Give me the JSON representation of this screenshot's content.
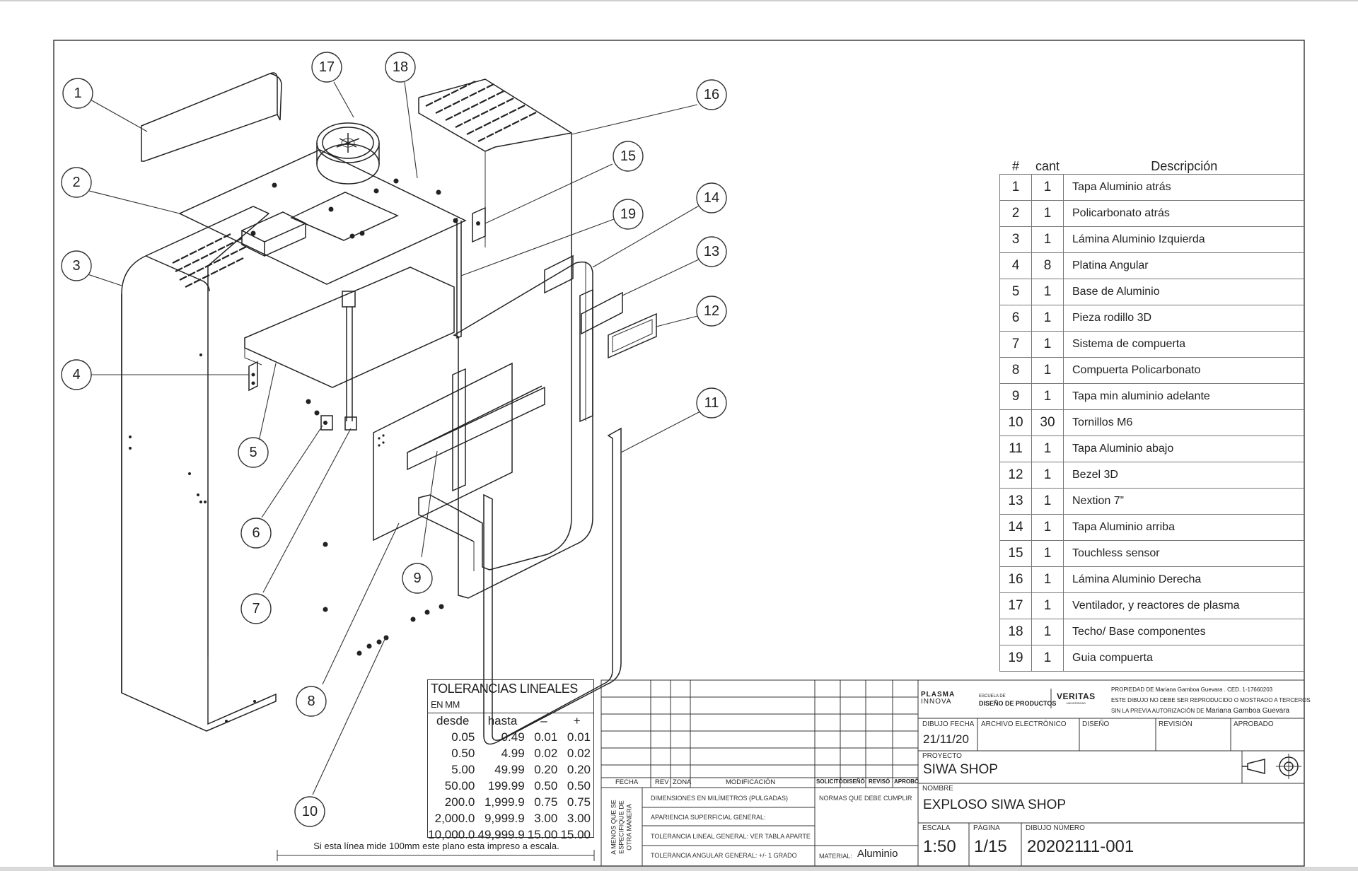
{
  "balloons": [
    "1",
    "2",
    "3",
    "4",
    "5",
    "6",
    "7",
    "8",
    "9",
    "10",
    "11",
    "12",
    "13",
    "14",
    "15",
    "16",
    "17",
    "18",
    "19"
  ],
  "bom": {
    "headers": {
      "num": "#",
      "qty": "cant",
      "desc": "Descripción"
    },
    "rows": [
      {
        "num": "1",
        "qty": "1",
        "desc": "Tapa Aluminio atrás"
      },
      {
        "num": "2",
        "qty": "1",
        "desc": "Policarbonato atrás"
      },
      {
        "num": "3",
        "qty": "1",
        "desc": "Lámina Aluminio Izquierda"
      },
      {
        "num": "4",
        "qty": "8",
        "desc": "Platina Angular"
      },
      {
        "num": "5",
        "qty": "1",
        "desc": "Base de Aluminio"
      },
      {
        "num": "6",
        "qty": "1",
        "desc": "Pieza rodillo 3D"
      },
      {
        "num": "7",
        "qty": "1",
        "desc": "Sistema de compuerta"
      },
      {
        "num": "8",
        "qty": "1",
        "desc": "Compuerta Policarbonato"
      },
      {
        "num": "9",
        "qty": "1",
        "desc": "Tapa min aluminio adelante"
      },
      {
        "num": "10",
        "qty": "30",
        "desc": "Tornillos M6"
      },
      {
        "num": "11",
        "qty": "1",
        "desc": "Tapa Aluminio abajo"
      },
      {
        "num": "12",
        "qty": "1",
        "desc": "Bezel 3D"
      },
      {
        "num": "13",
        "qty": "1",
        "desc": "Nextion 7”"
      },
      {
        "num": "14",
        "qty": "1",
        "desc": "Tapa Aluminio arriba"
      },
      {
        "num": "15",
        "qty": "1",
        "desc": "Touchless sensor"
      },
      {
        "num": "16",
        "qty": "1",
        "desc": "Lámina Aluminio Derecha"
      },
      {
        "num": "17",
        "qty": "1",
        "desc": "Ventilador, y reactores de plasma"
      },
      {
        "num": "18",
        "qty": "1",
        "desc": "Techo/ Base componentes"
      },
      {
        "num": "19",
        "qty": "1",
        "desc": "Guia compuerta"
      }
    ]
  },
  "tolerances": {
    "title": "TOLERANCIAS LINEALES",
    "unit": "EN MM",
    "headers": [
      "desde",
      "hasta",
      "–",
      "+"
    ],
    "rows": [
      [
        "0.05",
        "0.49",
        "0.01",
        "0.01"
      ],
      [
        "0.50",
        "4.99",
        "0.02",
        "0.02"
      ],
      [
        "5.00",
        "49.99",
        "0.20",
        "0.20"
      ],
      [
        "50.00",
        "199.99",
        "0.50",
        "0.50"
      ],
      [
        "200.0",
        "1,999.9",
        "0.75",
        "0.75"
      ],
      [
        "2,000.0",
        "9,999.9",
        "3.00",
        "3.00"
      ],
      [
        "10,000.0",
        "49,999.9",
        "15.00",
        "15.00"
      ]
    ]
  },
  "scale_note": "Si esta línea mide 100mm este plano esta impreso a escala.",
  "revision_block": {
    "headers": [
      "FECHA",
      "REV",
      "ZONA",
      "MODIFICACIÓN",
      "SOLICITÓ",
      "DISEÑÓ",
      "REVISÓ",
      "APROBÓ"
    ]
  },
  "notes_block": {
    "side_label_1": "A MENOS QUE SE",
    "side_label_2": "ESPECIFIQUE DE",
    "side_label_3": "OTRA MANERA",
    "lines": [
      "DIMENSIONES EN MILÍMETROS (PULGADAS)",
      "APARIENCIA SUPERFICIAL GENERAL:",
      "TOLERANCIA LINEAL GENERAL: VER TABLA APARTE",
      "TOLERANCIA ANGULAR GENERAL: +/- 1 GRADO"
    ],
    "norms_label": "NORMAS QUE DEBE CUMPLIR",
    "material_label": "MATERIAL:",
    "material": "Aluminio"
  },
  "title_block": {
    "logo_plasma_1": "PLASMA",
    "logo_plasma_2": "INNOVA",
    "school_small": "ESCUELA DE",
    "school": "DISEÑO DE PRODUCTOS",
    "veritas": "VERITAS",
    "veritas_sub": "UNIVERSIDAD",
    "owner_1": "PROPIEDAD DE Mariana Gamboa Guevara . CED. 1-17660203",
    "owner_2": "ESTE DIBUJO NO DEBE SER REPRODUCIDO O MOSTRADO A TERCEROS",
    "owner_3_prefix": "SIN LA PREVIA AUTORIZACIÓN DE",
    "owner_3_name": "Mariana Gamboa Guevara",
    "date_label": "DIBUJO FECHA",
    "date": "21/11/20",
    "file_label": "ARCHIVO ELECTRÓNICO",
    "design_label": "DISEÑO",
    "review_label": "REVISIÓN",
    "approved_label": "APROBADO",
    "project_label": "PROYECTO",
    "project": "SIWA SHOP",
    "name_label": "NOMBRE",
    "name": "EXPLOSO SIWA SHOP",
    "scale_label": "ESCALA",
    "scale": "1:50",
    "page_label": "PÁGINA",
    "page": "1/15",
    "drawing_label": "DIBUJO NÚMERO",
    "drawing_number": "20202111-001"
  }
}
